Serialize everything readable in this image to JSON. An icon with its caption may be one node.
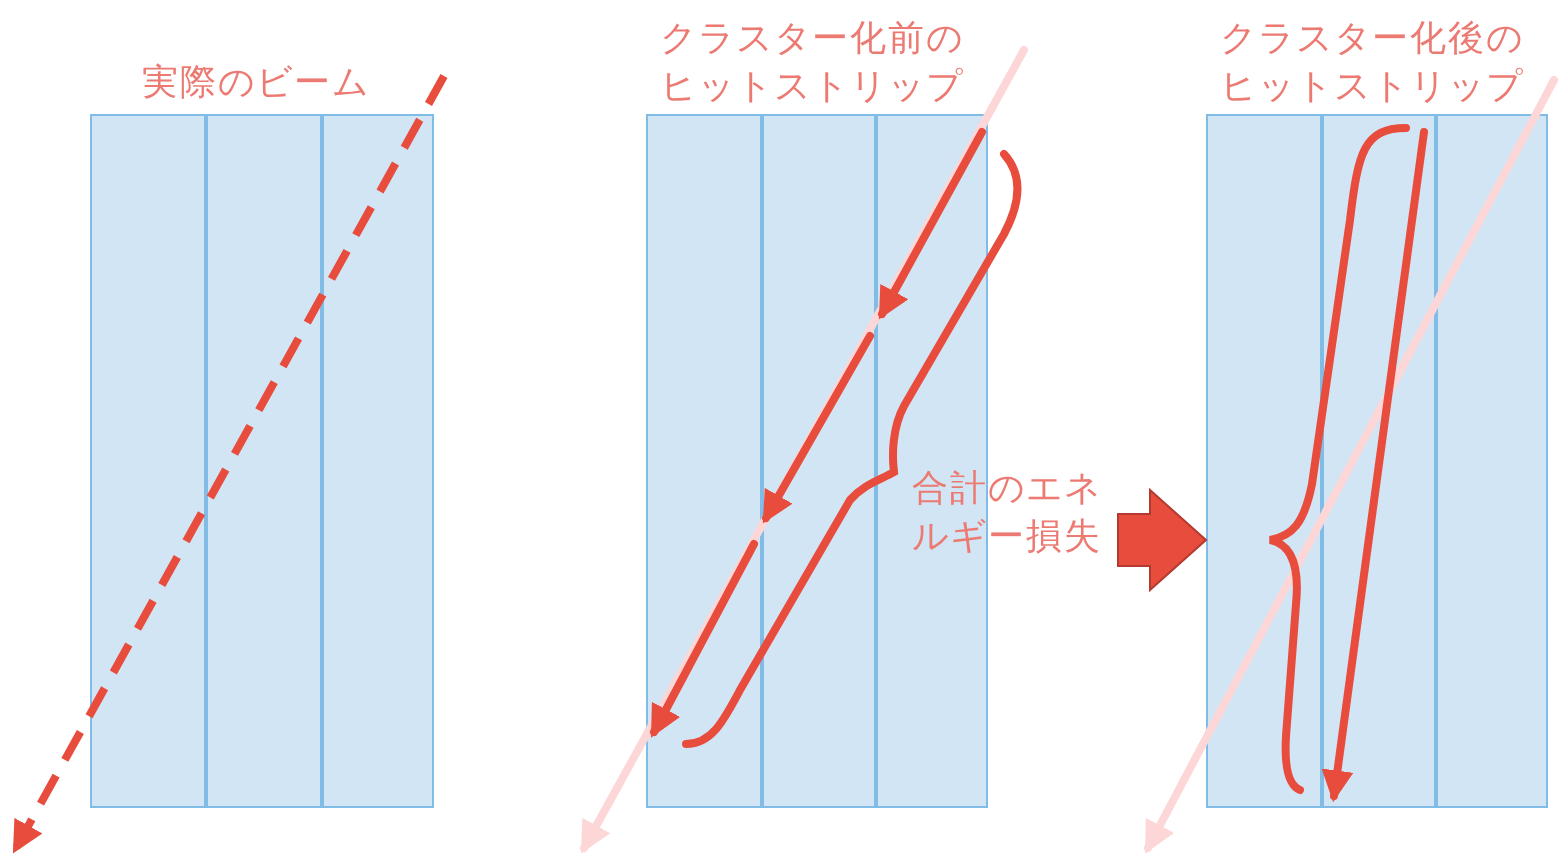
{
  "diagram": {
    "nodes": [
      {
        "text": [
          "実際のビーム"
        ]
      },
      {
        "text": [
          "クラスター化前のヒットストリップ"
        ]
      },
      {
        "text": [
          "クラスター化後のヒットストリップ"
        ]
      }
    ],
    "edges": [
      {
        "from": null,
        "to": 2,
        "arrow": "to",
        "style": "thick"
      }
    ],
    "labels": [
      "合計のエネルギー損失"
    ]
  }
}
